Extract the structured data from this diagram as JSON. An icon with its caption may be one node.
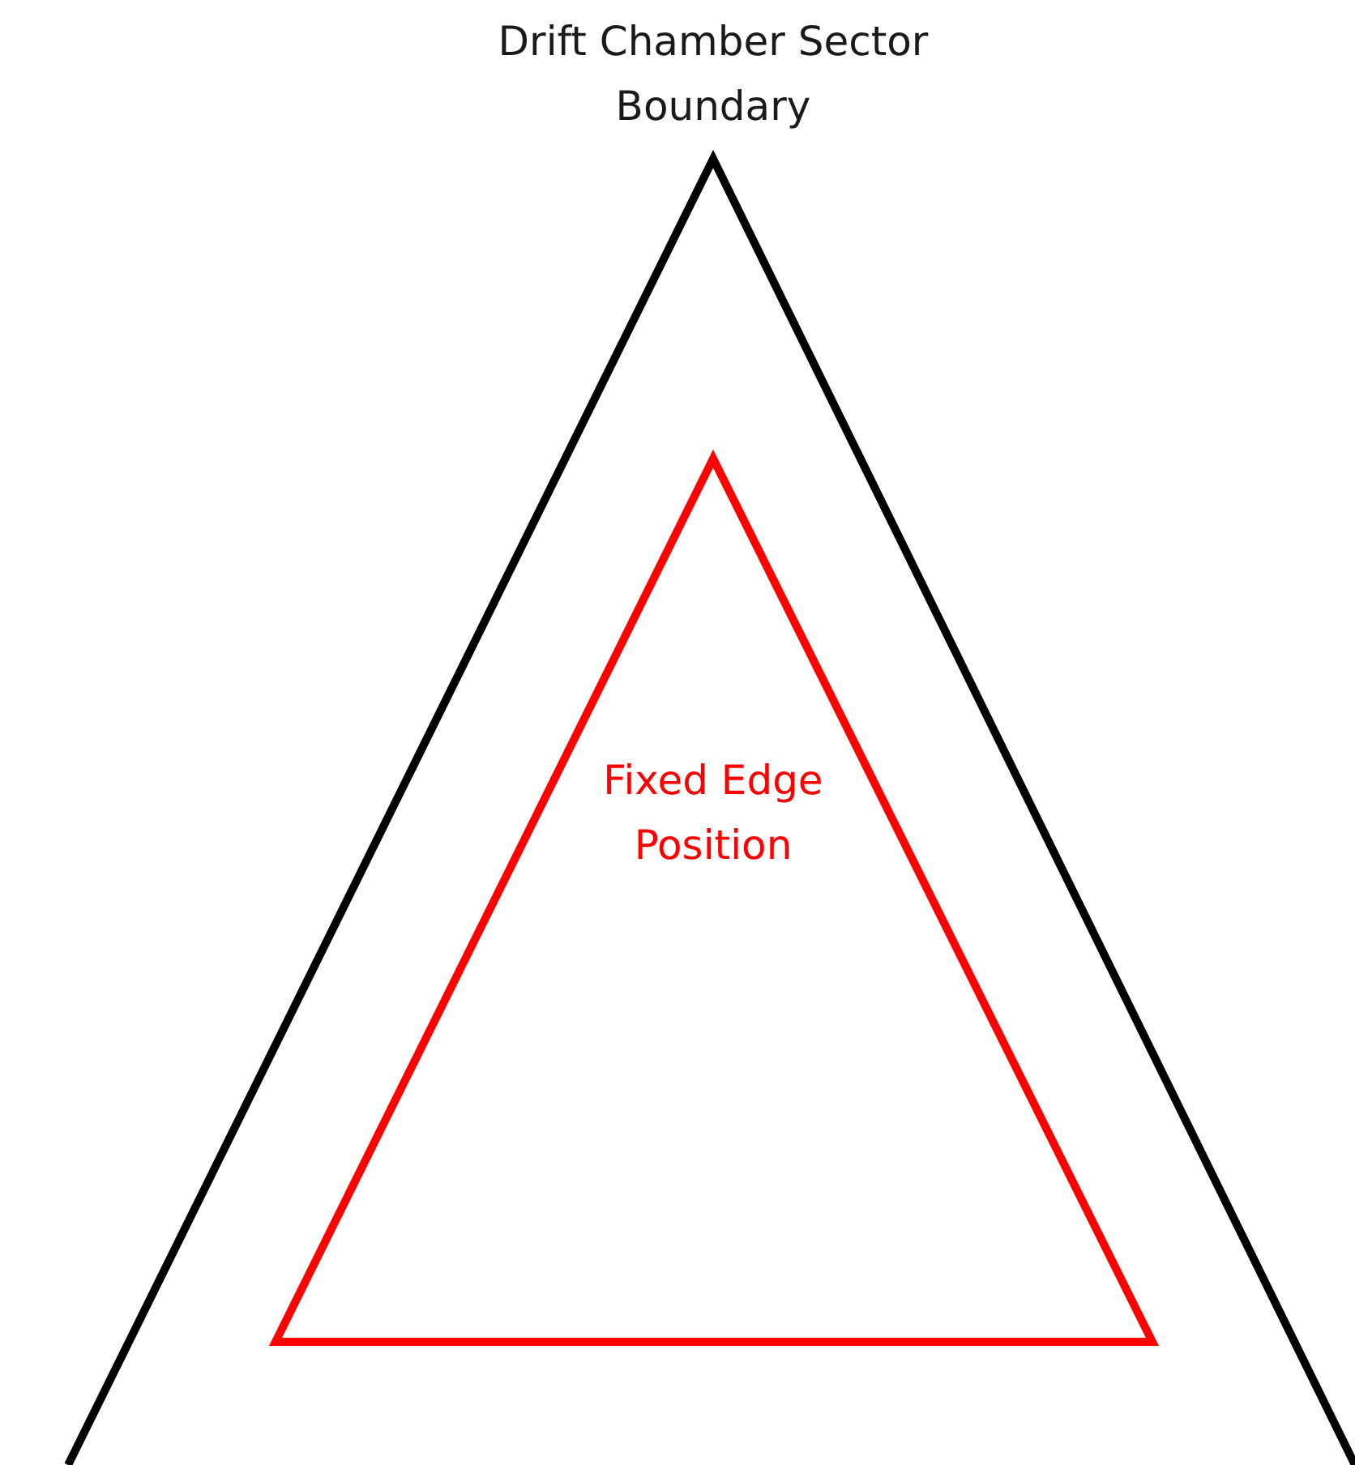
{
  "diagram": {
    "nodes": [
      {
        "text": [
          "Drift Chamber Sector Boundary"
        ]
      },
      {
        "text": [
          "Fixed Edge Position"
        ],
        "in": 0
      }
    ]
  }
}
